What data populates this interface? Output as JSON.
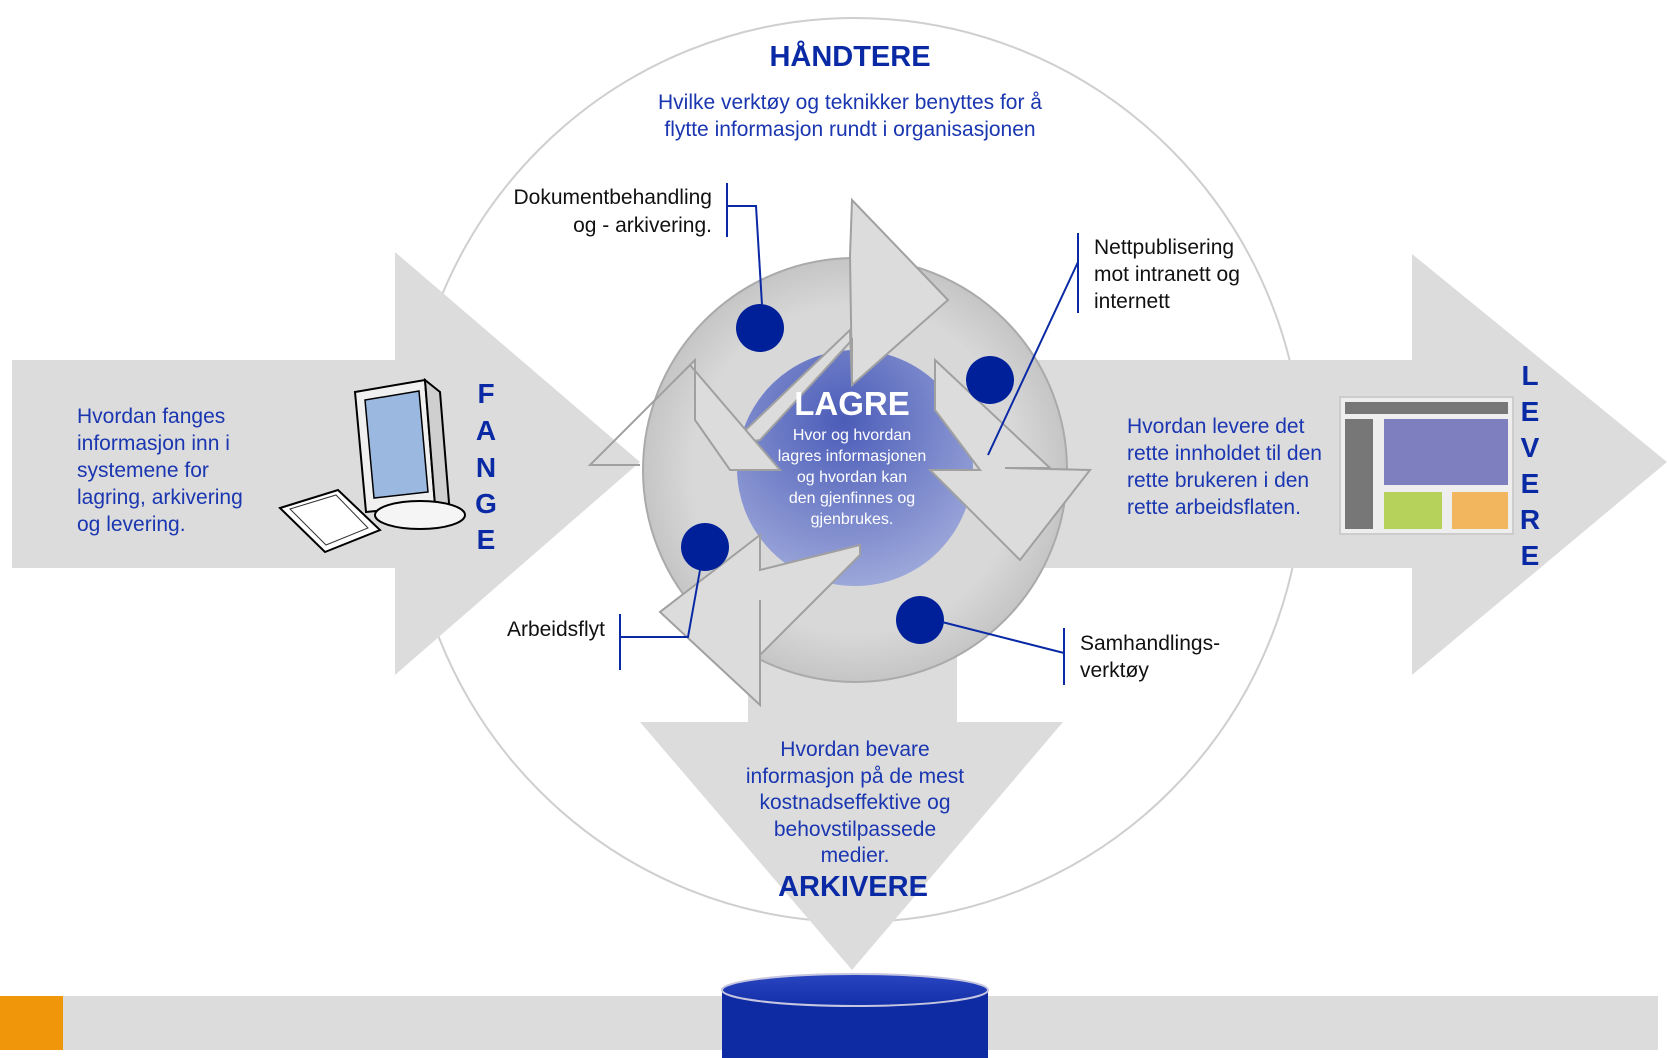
{
  "colors": {
    "arrow_gray": "#dcdcdc",
    "dark_blue": "#0a2aa5",
    "text_blue": "#1a36b0",
    "accent_orange": "#f0960a",
    "dot_blue": "#00209a"
  },
  "haandtere": {
    "title": "HÅNDTERE",
    "desc_line1": "Hvilke verktøy og teknikker benyttes for å",
    "desc_line2": "flytte informasjon rundt i organisasjonen"
  },
  "fange": {
    "letters": [
      "F",
      "A",
      "N",
      "G",
      "E"
    ],
    "desc": [
      "Hvordan fanges",
      "informasjon inn i",
      "systemene for",
      "lagring, arkivering",
      "og levering."
    ],
    "icon": "computer-icon"
  },
  "levere": {
    "letters": [
      "L",
      "E",
      "V",
      "E",
      "R",
      "E"
    ],
    "desc": [
      "Hvordan levere det",
      "rette innholdet til den",
      "rette brukeren i den",
      "rette arbeidsflaten."
    ],
    "icon": "screen-layout-icon"
  },
  "lagre": {
    "title": "LAGRE",
    "desc": [
      "Hvor og hvordan",
      "lagres informasjonen",
      "og hvordan kan",
      "den gjenfinnes og",
      "gjenbrukes."
    ]
  },
  "arkivere": {
    "title": "ARKIVERE",
    "desc": [
      "Hvordan bevare",
      "informasjon på de mest",
      "kostnadseffektive og",
      "behovstilpassede",
      "medier."
    ],
    "icon": "database-icon"
  },
  "callouts": {
    "dokument": [
      "Dokumentbehandling",
      "og - arkivering."
    ],
    "nett": [
      "Nettpublisering",
      "mot intranett og",
      "internett"
    ],
    "arbeidsflyt": [
      "Arbeidsflyt"
    ],
    "samhandling": [
      "Samhandlings-",
      "verktøy"
    ]
  }
}
